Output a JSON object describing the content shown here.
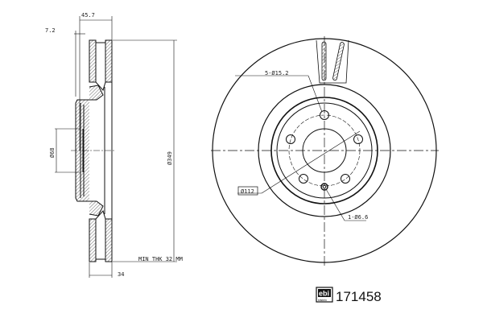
{
  "side_view": {
    "dim_width": "45.7",
    "dim_offset": "7.2",
    "dim_bore": "Ø68",
    "dim_diameter": "Ø349",
    "dim_thickness": "34",
    "min_thickness": "MIN THK 32 MM"
  },
  "front_view": {
    "bolt_holes": "5-Ø15.2",
    "pcd": "Ø112",
    "small_hole": "1-Ø6.6"
  },
  "brand": {
    "logo": "febi bilstein",
    "part_number": "171458"
  },
  "colors": {
    "line": "#111111",
    "hatch": "#444444"
  }
}
